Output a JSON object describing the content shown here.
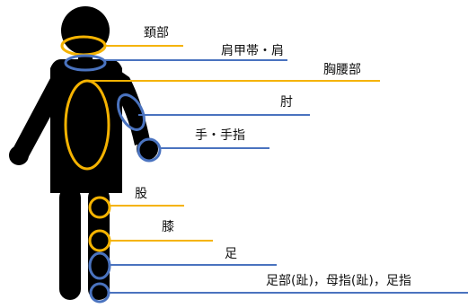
{
  "colors": {
    "figure": "#000000",
    "yellow": "#F5B301",
    "blue": "#4A73BF"
  },
  "labels": {
    "neck": "頚部",
    "shoulder": "肩甲帯・肩",
    "chest_waist": "胸腰部",
    "elbow": "肘",
    "hand": "手・手指",
    "hip": "股",
    "knee": "膝",
    "foot": "足",
    "toes": "足部(趾)，母指(趾)，足指"
  }
}
